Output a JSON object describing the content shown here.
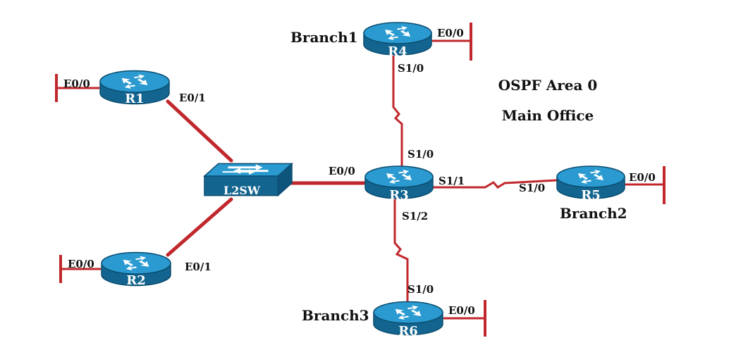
{
  "colors": {
    "link": "#c0282d",
    "device_top": "#2a9ad0",
    "device_side": "#13658f",
    "device_edge": "#0b4d70",
    "label": "#111111"
  },
  "devices": {
    "r1": {
      "name": "R1",
      "icon": "router-icon"
    },
    "r2": {
      "name": "R2",
      "icon": "router-icon"
    },
    "r3": {
      "name": "R3",
      "icon": "router-icon"
    },
    "r4": {
      "name": "R4",
      "icon": "router-icon",
      "site": "Branch1"
    },
    "r5": {
      "name": "R5",
      "icon": "router-icon",
      "site": "Branch2"
    },
    "r6": {
      "name": "R6",
      "icon": "router-icon",
      "site": "Branch3"
    },
    "switch": {
      "name": "L2SW",
      "icon": "switch-icon"
    }
  },
  "interfaces": {
    "r1_e00": "E0/0",
    "r1_e01": "E0/1",
    "r2_e00": "E0/0",
    "r2_e01": "E0/1",
    "r3_e00": "E0/0",
    "r3_s10": "S1/0",
    "r3_s11": "S1/1",
    "r3_s12": "S1/2",
    "r4_e00": "E0/0",
    "r4_s10": "S1/0",
    "r5_e00": "E0/0",
    "r5_s10": "S1/0",
    "r6_e00": "E0/0",
    "r6_s10": "S1/0"
  },
  "area": {
    "title": "OSPF Area 0",
    "subtitle": "Main Office"
  }
}
